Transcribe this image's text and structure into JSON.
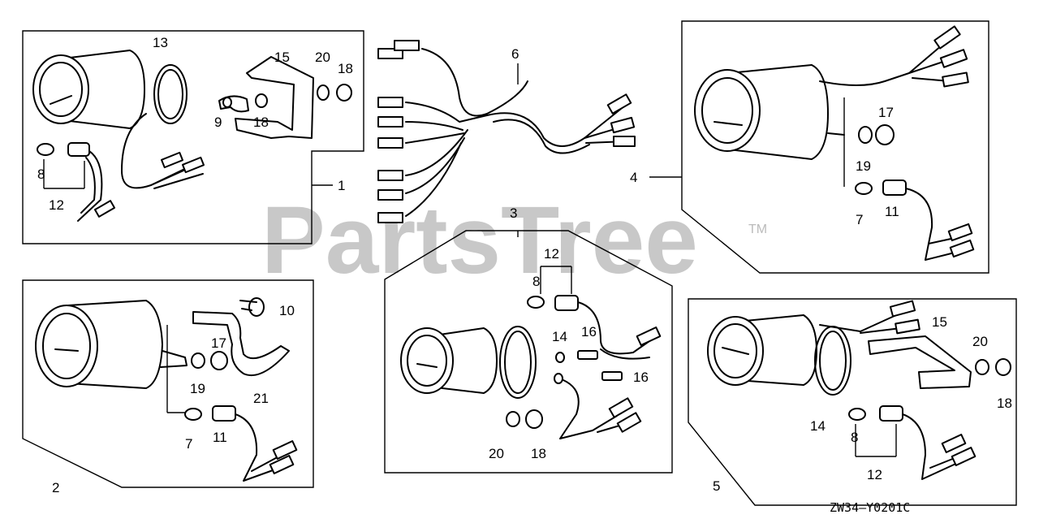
{
  "watermark": {
    "text": "PartsTree",
    "trademark": "TM"
  },
  "diagram_code": "ZW34—Y0201C",
  "callouts": {
    "p1": [
      "13",
      "15",
      "20",
      "18",
      "9",
      "18",
      "8",
      "12",
      "1"
    ],
    "p6": [
      "6"
    ],
    "p4": [
      "4",
      "17",
      "19",
      "7",
      "11"
    ],
    "p2": [
      "10",
      "17",
      "19",
      "21",
      "7",
      "11",
      "2"
    ],
    "p3": [
      "3",
      "12",
      "8",
      "14",
      "16",
      "16",
      "20",
      "18"
    ],
    "p5": [
      "15",
      "20",
      "18",
      "14",
      "8",
      "12",
      "5"
    ]
  }
}
